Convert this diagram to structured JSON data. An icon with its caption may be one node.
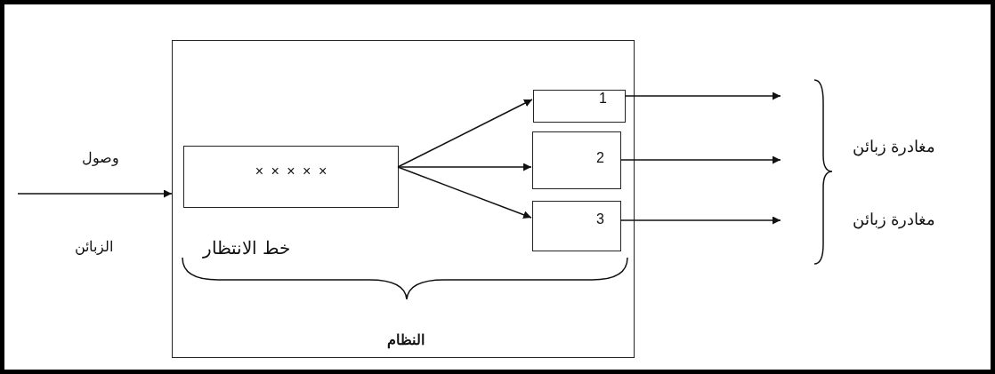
{
  "diagram": {
    "nodes": [
      {
        "text": [
          "النظام"
        ]
      },
      {
        "text": [
          "× × × × ×"
        ],
        "beside": [
          "خط الانتظار"
        ],
        "in": 0
      },
      {
        "text": [
          "1"
        ],
        "in": 0
      },
      {
        "text": [
          "2"
        ],
        "in": 0
      },
      {
        "text": [
          "3"
        ],
        "in": 0
      }
    ],
    "edges": [
      {
        "from": null,
        "to": 0,
        "arrow": "to"
      },
      {
        "from": 1,
        "to": 2,
        "arrow": "to"
      },
      {
        "from": 1,
        "to": 3,
        "arrow": "to"
      },
      {
        "from": 1,
        "to": 4,
        "arrow": "to"
      },
      {
        "from": 2,
        "to": null,
        "arrow": "to"
      },
      {
        "from": 3,
        "to": null,
        "arrow": "to"
      },
      {
        "from": 4,
        "to": null,
        "arrow": "to"
      }
    ],
    "labels": [
      "وصول",
      "الزبائن",
      "مغادرة زبائن",
      "مغادرة زبائن"
    ]
  }
}
